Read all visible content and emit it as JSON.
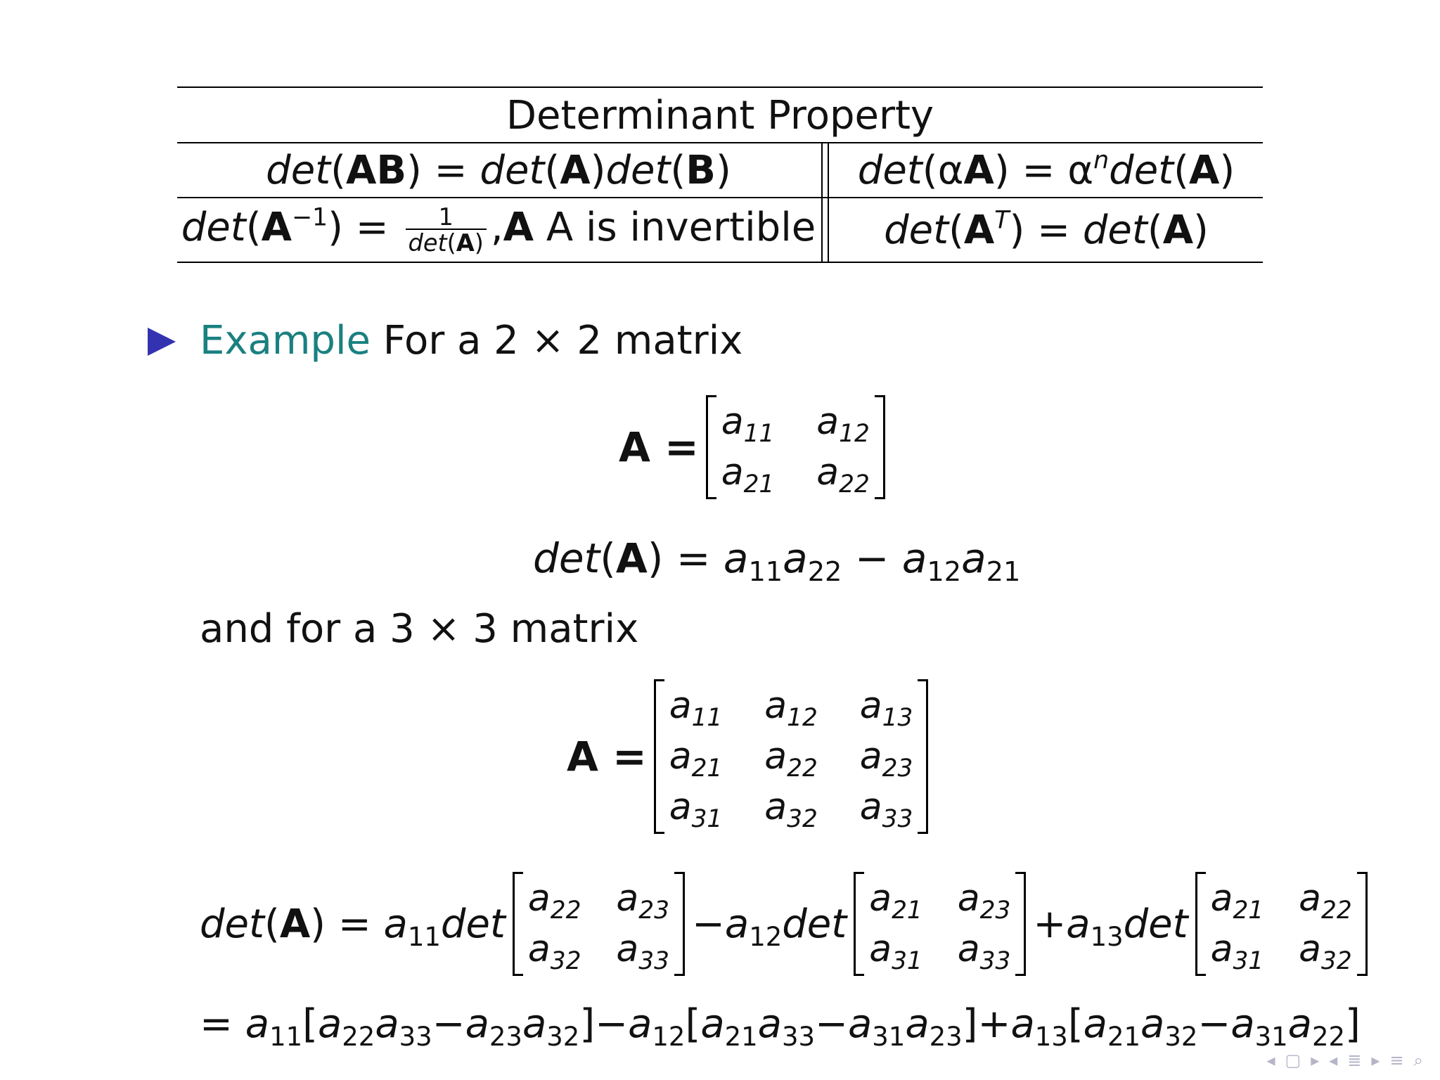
{
  "table": {
    "header": "Determinant Property",
    "r1c1": "det(AB) = det(A)det(B)",
    "r1c2": "det(αA) = αⁿdet(A)",
    "r2c1_suffix": "A is invertible",
    "r2c2": "det(Aᵀ) = det(A)"
  },
  "bullet": {
    "lead": "Example",
    "text": "For a 2 × 2 matrix"
  },
  "matrix2": {
    "lhs": "A =",
    "cells": [
      "a11",
      "a12",
      "a21",
      "a22"
    ]
  },
  "det2": "det(A) = a11a22 − a12a21",
  "line3x3": "and for a 3 × 3 matrix",
  "matrix3": {
    "lhs": "A =",
    "cells": [
      "a11",
      "a12",
      "a13",
      "a21",
      "a22",
      "a23",
      "a31",
      "a32",
      "a33"
    ]
  },
  "expansion": {
    "lhs": "det(A) =",
    "terms": [
      {
        "sign": "",
        "coef": "a11det",
        "cells": [
          "a22",
          "a23",
          "a32",
          "a33"
        ]
      },
      {
        "sign": "−",
        "coef": "a12det",
        "cells": [
          "a21",
          "a23",
          "a31",
          "a33"
        ]
      },
      {
        "sign": "+",
        "coef": "a13det",
        "cells": [
          "a21",
          "a22",
          "a31",
          "a32"
        ]
      }
    ]
  },
  "final_line": "= a11[a22a33−a23a32]−a12[a21a33−a31a23]+a13[a21a32−a31a22]",
  "nav_icons": [
    "nav-left-arrow-icon",
    "frame-icon",
    "nav-right-arrow-icon",
    "section-icon",
    "subsection-icon",
    "search-icon"
  ]
}
